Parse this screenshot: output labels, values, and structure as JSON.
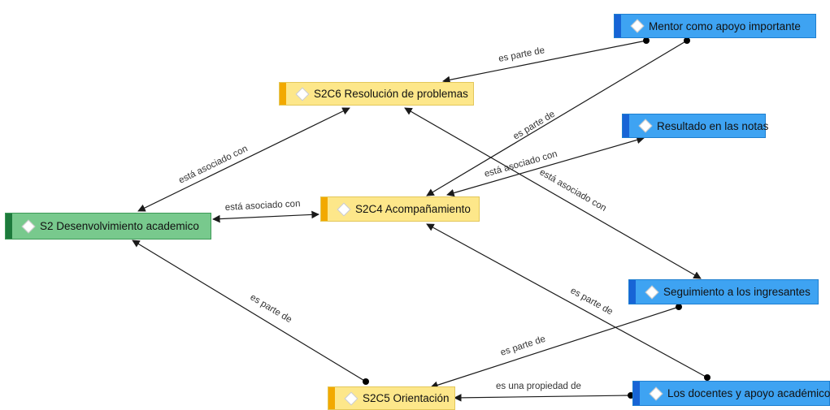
{
  "nodes": {
    "mentor": "Mentor como apoyo importante",
    "s2c6": "S2C6 Resolución de problemas",
    "resultado": "Resultado en las notas",
    "s2": "S2 Desenvolvimiento academico",
    "s2c4": "S2C4 Acompañamiento",
    "seguimiento": "Seguimiento a los ingresantes",
    "s2c5": "S2C5 Orientación",
    "docentes": "Los docentes y apoyo académico"
  },
  "edges": {
    "mentor_s2c6": "es parte de",
    "mentor_s2c4": "es parte de",
    "s2_s2c6": "está asociado con",
    "s2_s2c4": "está asociado con",
    "s2c4_resultado": "está asociado con",
    "s2c6_seguimiento": "está asociado con",
    "s2c5_s2": "es parte de",
    "docentes_s2c4": "es parte de",
    "seguimiento_s2c5": "es parte de",
    "docentes_s2c5": "es una propiedad de"
  },
  "colors": {
    "code_yellow": "#fde78a",
    "memo_blue": "#3ea3f2",
    "group_green": "#78c98d"
  }
}
